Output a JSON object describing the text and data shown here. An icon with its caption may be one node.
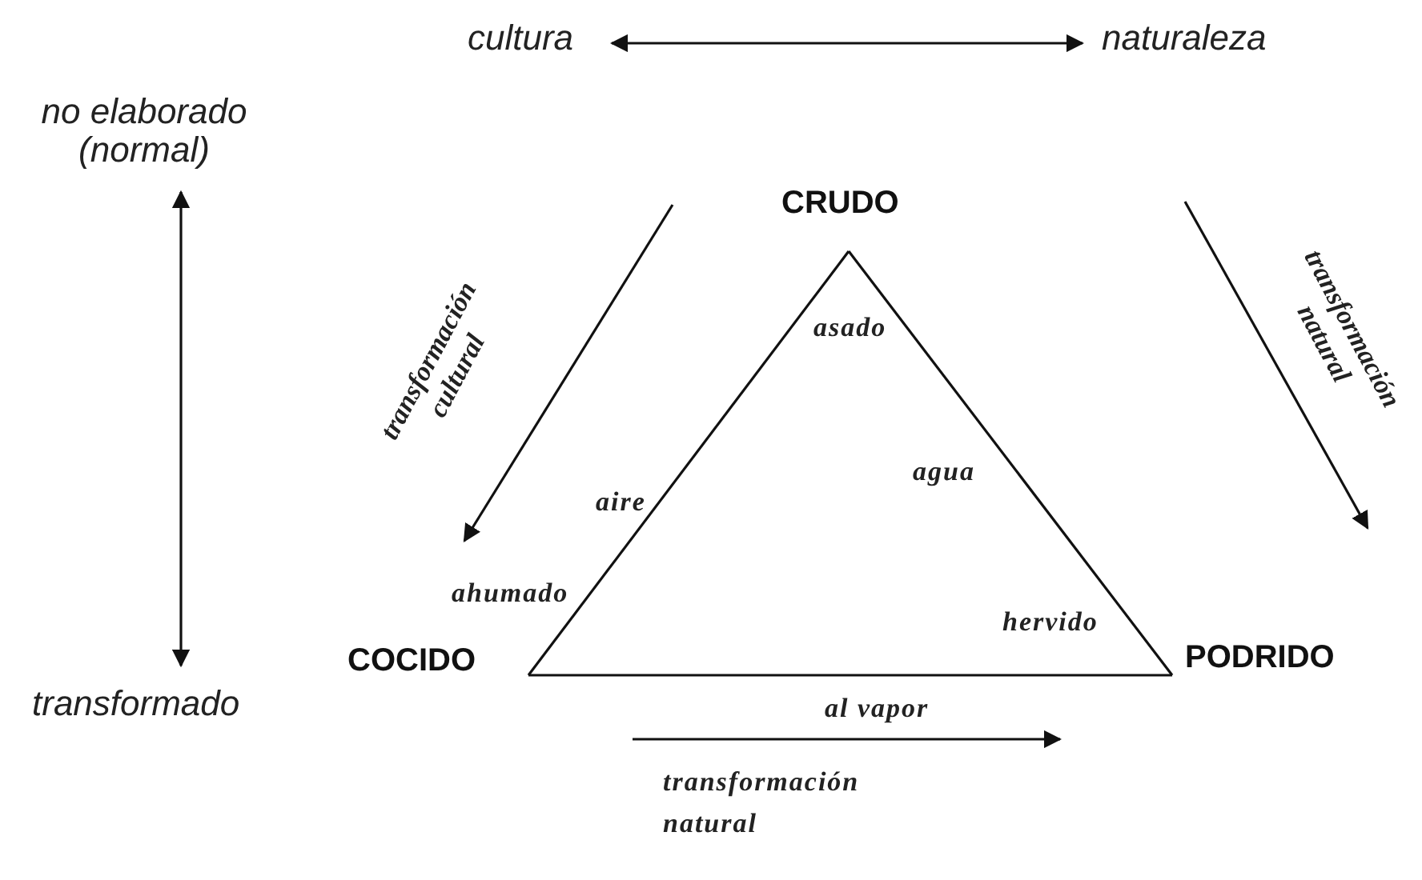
{
  "diagram": {
    "nodes": [
      {
        "text": [
          "cultura"
        ]
      },
      {
        "text": [
          "naturaleza"
        ]
      },
      {
        "text": [
          "no elaborado (normal)"
        ]
      },
      {
        "text": [
          "transformado"
        ]
      },
      {
        "text": [
          "CRUDO"
        ]
      },
      {
        "text": [
          "COCIDO"
        ]
      },
      {
        "text": [
          "PODRIDO"
        ]
      }
    ],
    "edges": [
      {
        "from": 0,
        "to": 1,
        "arrow": "both"
      },
      {
        "from": 2,
        "to": 3,
        "arrow": "both"
      },
      {
        "from": 4,
        "to": 5,
        "arrow": "none",
        "label": "aire"
      },
      {
        "from": 4,
        "to": 6,
        "arrow": "none",
        "label": "agua"
      },
      {
        "from": 5,
        "to": 6,
        "arrow": "none",
        "label": "al vapor"
      }
    ],
    "labels": [
      "transformación cultural",
      "asado",
      "transformación natural",
      "ahumado",
      "hervido",
      "transformación natural"
    ]
  }
}
